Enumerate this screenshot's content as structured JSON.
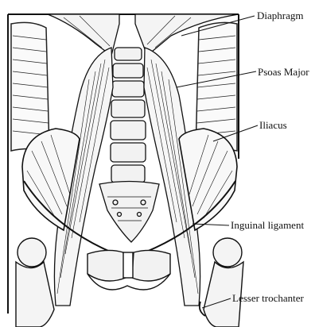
{
  "labels": {
    "diaphragm": "Diaphragm",
    "psoas_major": "Psoas Major",
    "iliacus": "Iliacus",
    "inguinal_ligament": "Inguinal ligament",
    "lesser_trochanter": "Lesser trochanter"
  },
  "colors": {
    "background": "#ffffff",
    "ink": "#111111"
  }
}
